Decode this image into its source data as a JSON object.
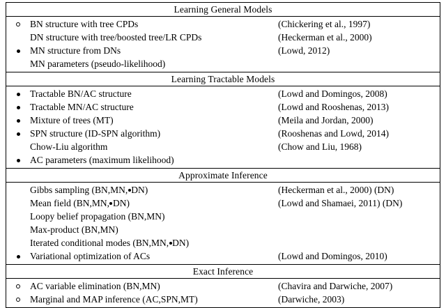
{
  "table": {
    "caption_style": "academic-summary-table",
    "columns": [
      "marker",
      "item",
      "citation"
    ],
    "sections": [
      {
        "title": "Learning General Models",
        "rows": [
          {
            "marker": "hollow",
            "item_pre": "BN structure with tree CPDs",
            "item_post": "",
            "has_inline_dot": false,
            "citation": "(Chickering et al., 1997)"
          },
          {
            "marker": "none",
            "item_pre": "DN structure with tree/boosted tree/LR CPDs",
            "item_post": "",
            "has_inline_dot": false,
            "citation": "(Heckerman et al., 2000)"
          },
          {
            "marker": "filled",
            "item_pre": "MN structure from DNs",
            "item_post": "",
            "has_inline_dot": false,
            "citation": "(Lowd, 2012)"
          },
          {
            "marker": "none",
            "item_pre": "MN parameters (pseudo-likelihood)",
            "item_post": "",
            "has_inline_dot": false,
            "citation": ""
          }
        ]
      },
      {
        "title": "Learning Tractable Models",
        "rows": [
          {
            "marker": "filled",
            "item_pre": "Tractable BN/AC structure",
            "item_post": "",
            "has_inline_dot": false,
            "citation": "(Lowd and Domingos, 2008)"
          },
          {
            "marker": "filled",
            "item_pre": "Tractable MN/AC structure",
            "item_post": "",
            "has_inline_dot": false,
            "citation": "(Lowd and Rooshenas, 2013)"
          },
          {
            "marker": "filled",
            "item_pre": "Mixture of trees (MT)",
            "item_post": "",
            "has_inline_dot": false,
            "citation": "(Meila and Jordan, 2000)"
          },
          {
            "marker": "filled",
            "item_pre": "SPN structure (ID-SPN algorithm)",
            "item_post": "",
            "has_inline_dot": false,
            "citation": "(Rooshenas and Lowd, 2014)"
          },
          {
            "marker": "none",
            "item_pre": "Chow-Liu algorithm",
            "item_post": "",
            "has_inline_dot": false,
            "citation": "(Chow and Liu, 1968)"
          },
          {
            "marker": "filled",
            "item_pre": "AC parameters (maximum likelihood)",
            "item_post": "",
            "has_inline_dot": false,
            "citation": ""
          }
        ]
      },
      {
        "title": "Approximate Inference",
        "rows": [
          {
            "marker": "none",
            "item_pre": "Gibbs sampling (BN,MN,",
            "item_post": "DN)",
            "has_inline_dot": true,
            "citation": "(Heckerman et al., 2000) (DN)"
          },
          {
            "marker": "none",
            "item_pre": "Mean field (BN,MN,",
            "item_post": "DN)",
            "has_inline_dot": true,
            "citation": "(Lowd and Shamaei, 2011) (DN)"
          },
          {
            "marker": "none",
            "item_pre": "Loopy belief propagation (BN,MN)",
            "item_post": "",
            "has_inline_dot": false,
            "citation": ""
          },
          {
            "marker": "none",
            "item_pre": "Max-product (BN,MN)",
            "item_post": "",
            "has_inline_dot": false,
            "citation": ""
          },
          {
            "marker": "none",
            "item_pre": "Iterated conditional modes (BN,MN,",
            "item_post": "DN)",
            "has_inline_dot": true,
            "citation": ""
          },
          {
            "marker": "filled",
            "item_pre": "Variational optimization of ACs",
            "item_post": "",
            "has_inline_dot": false,
            "citation": "(Lowd and Domingos, 2010)"
          }
        ]
      },
      {
        "title": "Exact Inference",
        "rows": [
          {
            "marker": "hollow",
            "item_pre": "AC variable elimination (BN,MN)",
            "item_post": "",
            "has_inline_dot": false,
            "citation": "(Chavira and Darwiche, 2007)"
          },
          {
            "marker": "hollow",
            "item_pre": "Marginal and MAP inference (AC,SPN,MT)",
            "item_post": "",
            "has_inline_dot": false,
            "citation": "(Darwiche, 2003)"
          }
        ]
      }
    ]
  },
  "legend": {
    "filled_marker_glyph": "●",
    "hollow_marker_glyph": "○"
  },
  "colors": {
    "text": "#000000",
    "rule": "#000000",
    "background": "#ffffff"
  }
}
